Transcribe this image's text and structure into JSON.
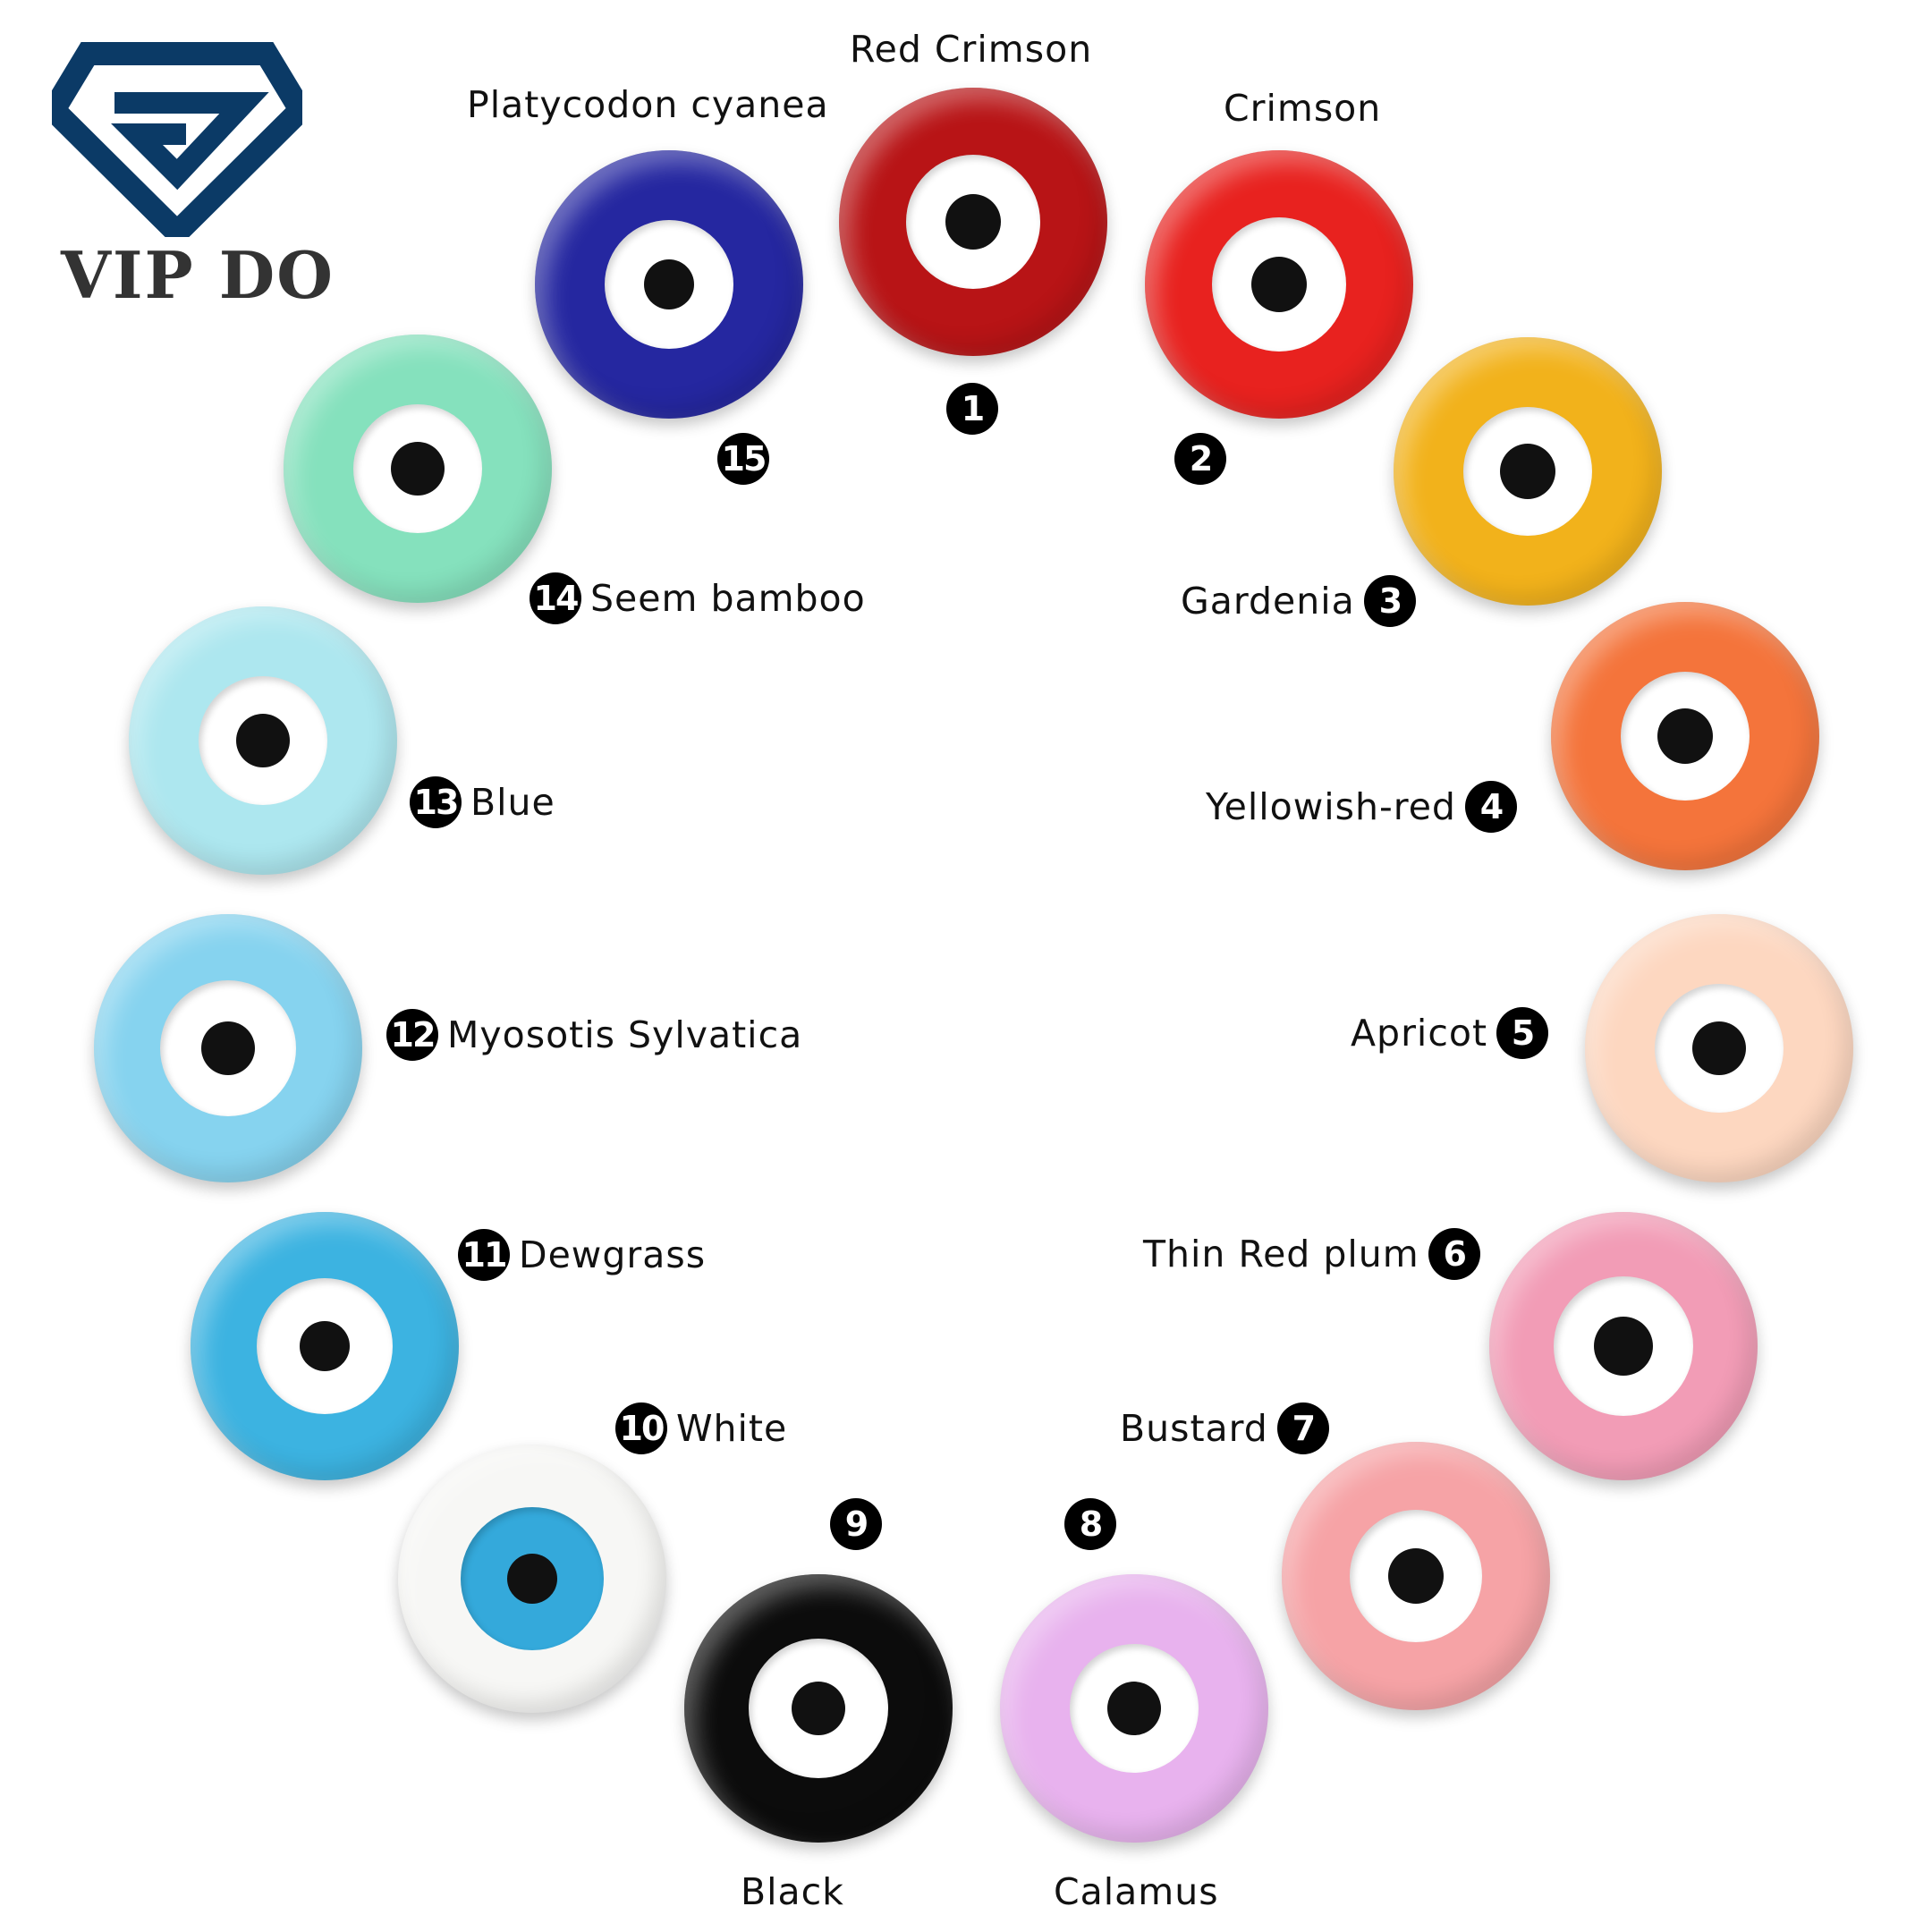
{
  "brand": {
    "name": "VIP DO",
    "logo_color": "#0b3a66"
  },
  "bead_colors": {
    "eye": "#ffffff",
    "pupil": "#111111"
  },
  "beads": [
    {
      "num": "1",
      "name": "Red Crimson",
      "color": "#b81416"
    },
    {
      "num": "2",
      "name": "Crimson",
      "color": "#e8221f"
    },
    {
      "num": "3",
      "name": "Gardenia",
      "color": "#f2b21b"
    },
    {
      "num": "4",
      "name": "Yellowish-red",
      "color": "#f4743b"
    },
    {
      "num": "5",
      "name": "Apricot",
      "color": "#fdd7c0"
    },
    {
      "num": "6",
      "name": "Thin Red plum",
      "color": "#f29cb6"
    },
    {
      "num": "7",
      "name": "Bustard",
      "color": "#f6a3a6"
    },
    {
      "num": "8",
      "name": "Calamus",
      "color": "#e8b2ee"
    },
    {
      "num": "9",
      "name": "Black",
      "color": "#0c0c0c"
    },
    {
      "num": "10",
      "name": "White",
      "color": "#f7f7f5",
      "eye": "#34a9db"
    },
    {
      "num": "11",
      "name": "Dewgrass",
      "color": "#3cb3e1"
    },
    {
      "num": "12",
      "name": "Myosotis Sylvatica",
      "color": "#86d3ef"
    },
    {
      "num": "13",
      "name": "Blue",
      "color": "#ade7ef"
    },
    {
      "num": "14",
      "name": "Seem bamboo",
      "color": "#85e1bd"
    },
    {
      "num": "15",
      "name": "Platycodon cyanea",
      "color": "#2527a0"
    }
  ]
}
